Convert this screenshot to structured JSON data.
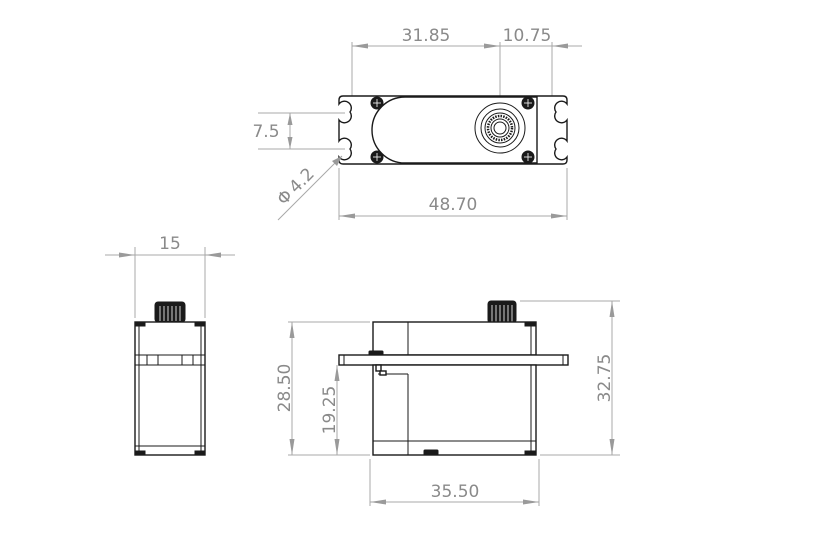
{
  "drawing": {
    "subject": "Low-profile servo dimensional drawing",
    "units": "mm",
    "views": {
      "top_view": {
        "dimensions": {
          "mount_hole_to_output_shaft": "31.85",
          "output_shaft_to_mount_edge": "10.75",
          "mount_hole_spacing": "7.5",
          "mount_hole_diameter_symbol": "Φ",
          "mount_hole_diameter": "4.2",
          "overall_length_with_tabs": "48.70"
        }
      },
      "side_view": {
        "dimensions": {
          "body_width": "15"
        }
      },
      "front_view": {
        "dimensions": {
          "body_height": "28.50",
          "tab_height_from_bottom": "19.25",
          "overall_height_with_spline": "32.75",
          "body_length": "35.50"
        }
      }
    },
    "colors": {
      "dimension": "#8a8a8a",
      "outline": "#1a1a1a",
      "background": "#ffffff"
    }
  }
}
